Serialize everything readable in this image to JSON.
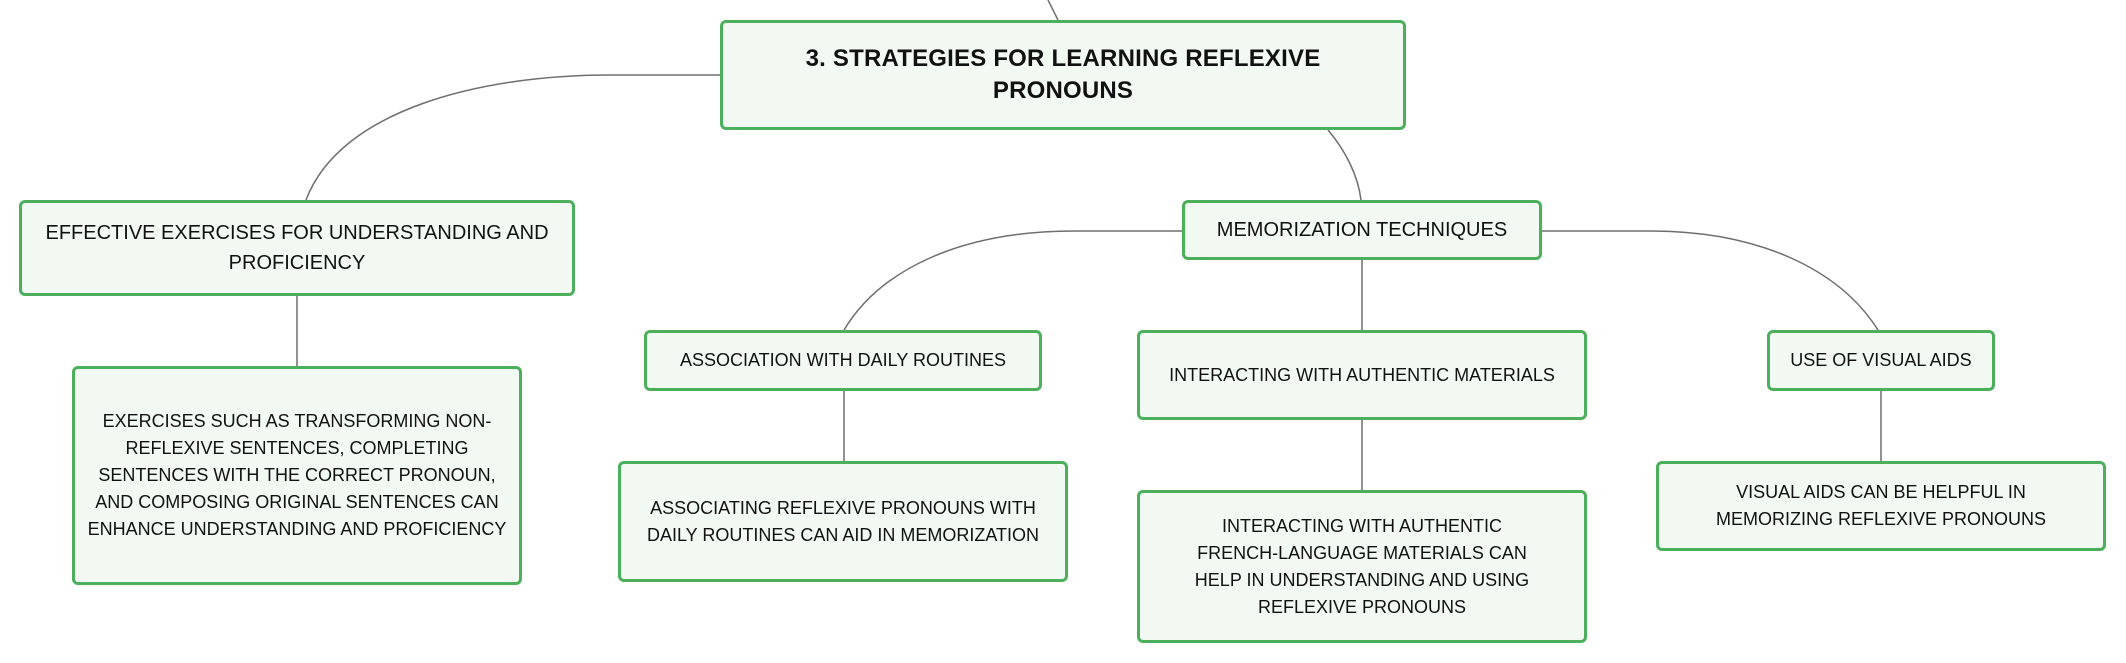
{
  "colors": {
    "node_border": "#4caf5c",
    "node_fill": "#f2f9f3",
    "connector": "#6e6e6e",
    "text": "#111111"
  },
  "nodes": {
    "root": "3. STRATEGIES FOR LEARNING REFLEXIVE PRONOUNS",
    "exercises": "EFFECTIVE EXERCISES FOR UNDERSTANDING AND PROFICIENCY",
    "exercises_detail": "EXERCISES SUCH AS TRANSFORMING NON-REFLEXIVE SENTENCES, COMPLETING SENTENCES WITH THE CORRECT PRONOUN, AND COMPOSING ORIGINAL SENTENCES CAN ENHANCE UNDERSTANDING AND PROFICIENCY",
    "memorization": "MEMORIZATION TECHNIQUES",
    "daily_routines": "ASSOCIATION WITH DAILY ROUTINES",
    "daily_routines_detail": "ASSOCIATING REFLEXIVE PRONOUNS WITH DAILY ROUTINES CAN AID IN MEMORIZATION",
    "authentic_materials": "INTERACTING WITH AUTHENTIC MATERIALS",
    "authentic_materials_detail": "INTERACTING WITH AUTHENTIC FRENCH-LANGUAGE MATERIALS CAN HELP IN UNDERSTANDING AND USING REFLEXIVE PRONOUNS",
    "visual_aids": "USE OF VISUAL AIDS",
    "visual_aids_detail": "VISUAL AIDS CAN BE HELPFUL IN MEMORIZING REFLEXIVE PRONOUNS"
  }
}
